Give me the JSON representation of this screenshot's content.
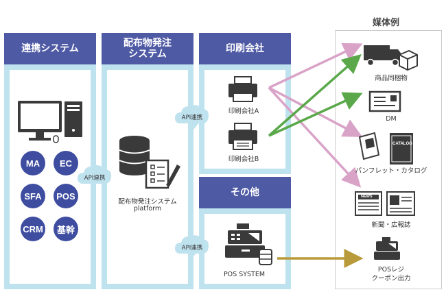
{
  "columns": {
    "integration": {
      "title": "連携システム"
    },
    "distribution": {
      "title_line1": "配布物発注",
      "title_line2": "システム",
      "caption_line1": "配布物発注システム",
      "caption_line2": "platform"
    },
    "printing": {
      "title": "印刷会社",
      "company_a": "印刷会社A",
      "company_b": "印刷会社B"
    },
    "other": {
      "title": "その他",
      "pos_label": "POS SYSTEM"
    }
  },
  "badges": [
    "MA",
    "EC",
    "SFA",
    "POS",
    "CRM",
    "基幹"
  ],
  "api_label": "API連携",
  "media": {
    "title": "媒体例",
    "items": [
      {
        "label": "商品同梱物"
      },
      {
        "label": "DM"
      },
      {
        "label": "パンフレット・カタログ"
      },
      {
        "label": "新聞・広報誌"
      },
      {
        "label_line1": "POSレジ",
        "label_line2": "クーポン出力"
      }
    ],
    "catalog_text": "CATALOG",
    "news_text": "NEWS"
  },
  "colors": {
    "header": "#4f5aa5",
    "column_bg": "#bfe2ef",
    "badge": "#3e4da0",
    "arrow_pink": "#d9a3c8",
    "arrow_green": "#5aa84a",
    "arrow_gold": "#b89a3a"
  }
}
